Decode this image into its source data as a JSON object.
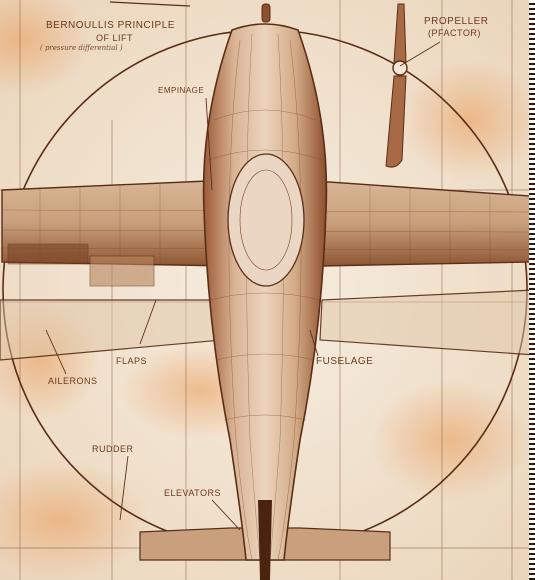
{
  "labels": {
    "bernoulli_title": "BERNOULLIS PRINCIPLE",
    "bernoulli_of_lift": "OF LIFT",
    "bernoulli_sub": "( pressure differential )",
    "propeller": "PROPELLER",
    "pfactor": "(PFACTOR)",
    "empinage": "EMPINAGE",
    "flaps": "FLAPS",
    "ailerons": "AILERONS",
    "fuselage": "FUSELAGE",
    "rudder": "RUDDER",
    "elevators": "ELEVATORS"
  },
  "colors": {
    "paper": "#f3e6d2",
    "ink": "#5a2e16",
    "wash": "#e8a36a",
    "shade": "#b98461"
  }
}
